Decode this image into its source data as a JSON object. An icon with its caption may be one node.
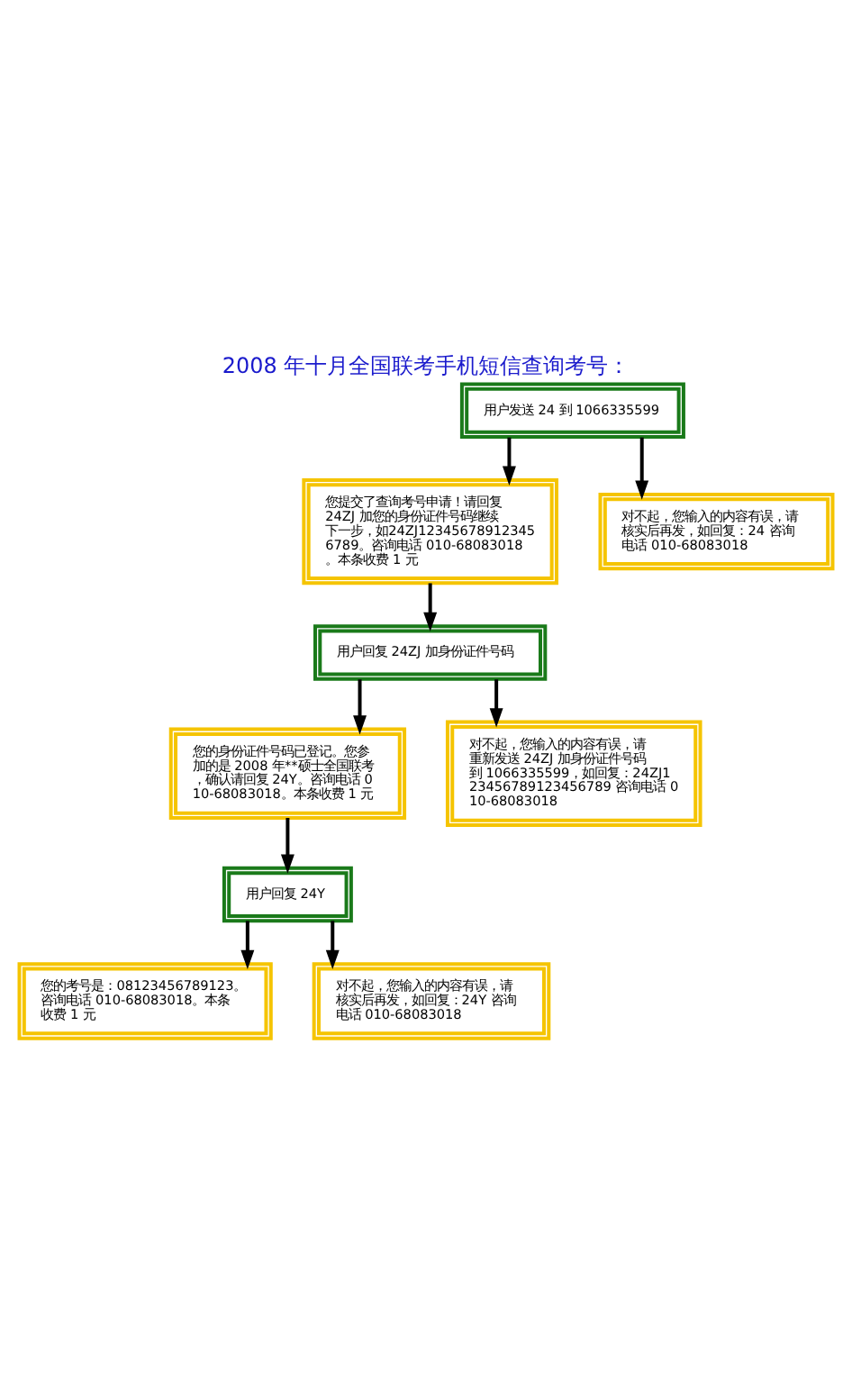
{
  "diagram": {
    "title": "2008 年十月全国联考手机短信查询考号：",
    "nodes": [
      {
        "text": [
          "用户发送 24 到 1066335599"
        ]
      },
      {
        "text": [
          "您提交了查询考号申请！请回复24ZJ 加您的身份证件号码继续下一步，如24ZJ123456789123456789。咨询电话 010-68083018。本条收费 1 元"
        ]
      },
      {
        "text": [
          "对不起，您输入的内容有误，请核实后再发，如回复：24 咨询电话 010-68083018"
        ]
      },
      {
        "text": [
          "用户回复 24ZJ 加身份证件号码"
        ]
      },
      {
        "text": [
          "您的身份证件号码已登记。您参加的是 2008 年**硕士全国联考，确认请回复 24Y。咨询电话 010-68083018。本条收费 1 元"
        ]
      },
      {
        "text": [
          "对不起，您输入的内容有误，请重新发送 24ZJ 加身份证件号码到 1066335599，如回复：24ZJ123456789123456789 咨询电话 010-68083018"
        ]
      },
      {
        "text": [
          "用户回复 24Y"
        ]
      },
      {
        "text": [
          "您的考号是：08123456789123。咨询电话 010-68083018。本条收费 1 元"
        ]
      },
      {
        "text": [
          "对不起，您输入的内容有误，请核实后再发，如回复：24Y 咨询电话 010-68083018"
        ]
      }
    ],
    "edges": [
      {
        "from": 0,
        "to": 1,
        "arrow": "to"
      },
      {
        "from": 0,
        "to": 2,
        "arrow": "to"
      },
      {
        "from": 1,
        "to": 3,
        "arrow": "to"
      },
      {
        "from": 3,
        "to": 4,
        "arrow": "to"
      },
      {
        "from": 3,
        "to": 5,
        "arrow": "to"
      },
      {
        "from": 4,
        "to": 6,
        "arrow": "to"
      },
      {
        "from": 6,
        "to": 7,
        "arrow": "to"
      },
      {
        "from": 6,
        "to": 8,
        "arrow": "to"
      }
    ]
  }
}
